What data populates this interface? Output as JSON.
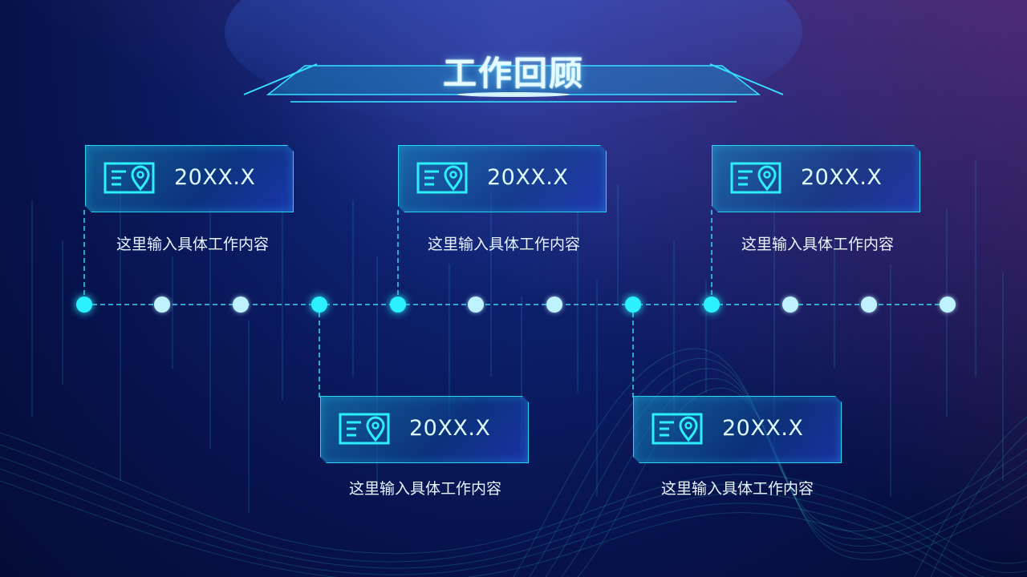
{
  "title": "工作回顾",
  "timeline": {
    "top_items": [
      {
        "date": "20XX.X",
        "text": "这里输入具体工作内容"
      },
      {
        "date": "20XX.X",
        "text": "这里输入具体工作内容"
      },
      {
        "date": "20XX.X",
        "text": "这里输入具体工作内容"
      }
    ],
    "bottom_items": [
      {
        "date": "20XX.X",
        "text": "这里输入具体工作内容"
      },
      {
        "date": "20XX.X",
        "text": "这里输入具体工作内容"
      }
    ]
  },
  "colors": {
    "accent": "#2cf0ff",
    "background": "#0a1a5c"
  },
  "icons": {
    "card": "id-card-location-icon"
  }
}
